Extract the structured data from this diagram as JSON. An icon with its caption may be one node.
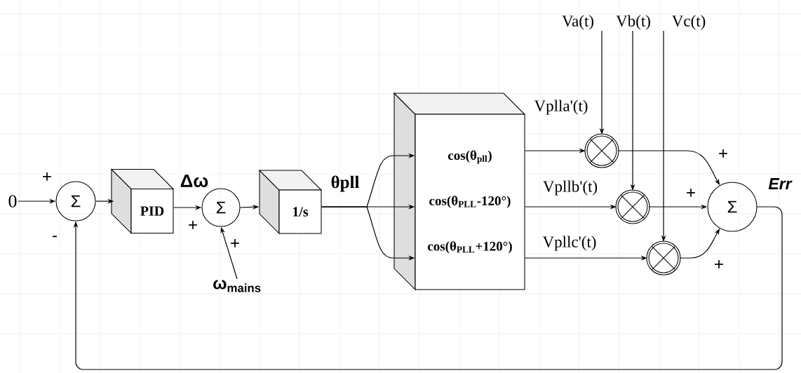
{
  "diagram": {
    "nodes": [
      {
        "text": [
          "0"
        ]
      },
      {
        "text": [
          "Σ"
        ]
      },
      {
        "text": [
          "PID"
        ]
      },
      {
        "text": [
          "Σ"
        ]
      },
      {
        "text": [
          "ω$_{mains}$"
        ]
      },
      {
        "text": [
          "1/s"
        ]
      },
      {
        "text": [
          "cos(θ$_{pll}$)",
          "cos(θ$_{PLL}$-120°)",
          "cos(θ$_{PLL}$+120°)"
        ]
      },
      {
        "text": [
          "Va(t)"
        ]
      },
      {
        "text": [
          "Vb(t)"
        ]
      },
      {
        "text": [
          "Vc(t)"
        ]
      },
      {
        "text": [],
        "shape": "circle"
      },
      {
        "text": [],
        "shape": "circle"
      },
      {
        "text": [],
        "shape": "circle"
      },
      {
        "text": [
          "Σ"
        ]
      }
    ],
    "edges": [
      {
        "from": 0,
        "to": 1,
        "arrow": "to"
      },
      {
        "from": 1,
        "to": 2,
        "arrow": "to"
      },
      {
        "from": 2,
        "to": 3,
        "arrow": "to",
        "label": "Δω"
      },
      {
        "from": 4,
        "to": 3,
        "arrow": "to"
      },
      {
        "from": 3,
        "to": 5,
        "arrow": "to"
      },
      {
        "from": 5,
        "to": 6,
        "arrow": "to",
        "label": "θpll"
      },
      {
        "from": 5,
        "to": 6,
        "arrow": "to"
      },
      {
        "from": 5,
        "to": 6,
        "arrow": "to"
      },
      {
        "from": 6,
        "to": 10,
        "arrow": "to",
        "label": "Vplla'(t)"
      },
      {
        "from": 6,
        "to": 11,
        "arrow": "to",
        "label": "Vpllb'(t)"
      },
      {
        "from": 6,
        "to": 12,
        "arrow": "to",
        "label": "Vpllc'(t)"
      },
      {
        "from": 7,
        "to": 10,
        "arrow": "to"
      },
      {
        "from": 8,
        "to": 11,
        "arrow": "to"
      },
      {
        "from": 9,
        "to": 12,
        "arrow": "to"
      },
      {
        "from": 10,
        "to": 13,
        "arrow": "to"
      },
      {
        "from": 11,
        "to": 13,
        "arrow": "to"
      },
      {
        "from": 12,
        "to": 13,
        "arrow": "to"
      },
      {
        "from": 13,
        "to": 1,
        "arrow": "to",
        "label": "Err"
      }
    ],
    "labels": [
      "+",
      "-",
      "+",
      "+",
      "+",
      "+",
      "+"
    ]
  }
}
